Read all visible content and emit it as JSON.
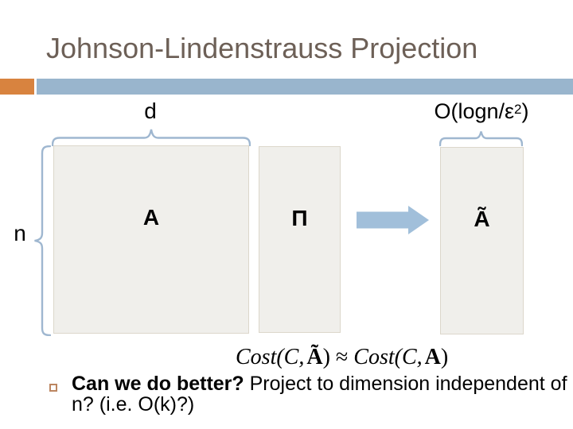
{
  "title": "Johnson-Lindenstrauss Projection",
  "diagram": {
    "d_label": "d",
    "n_label": "n",
    "o_label_prefix": "O(logn/ε",
    "o_label_sup": "2",
    "o_label_suffix": ")",
    "matrix_a_label": "A",
    "matrix_pi_label": "Π",
    "matrix_atilde_label": "Ã"
  },
  "formula": {
    "lhs_func": "Cost(C,",
    "lhs_matrix": "Ã",
    "lhs_close": ")",
    "approx": "≈",
    "rhs_func": "Cost(C,",
    "rhs_matrix": "A",
    "rhs_close": ")"
  },
  "bullet": {
    "bold_text": "Can we do better?",
    "line1_rest": " Project to dimension independent of",
    "line2": "n? (i.e. O(k)?)"
  },
  "colors": {
    "accent_orange": "#d8833f",
    "header_blue": "#99b5cd",
    "brace_blue": "#9fb7d0",
    "arrow_blue": "#a1bfda",
    "title_brown": "#6d6057",
    "matrix_fill": "#f0efeb",
    "matrix_border": "#dcd7cb",
    "bullet_square": "#bc8661"
  }
}
